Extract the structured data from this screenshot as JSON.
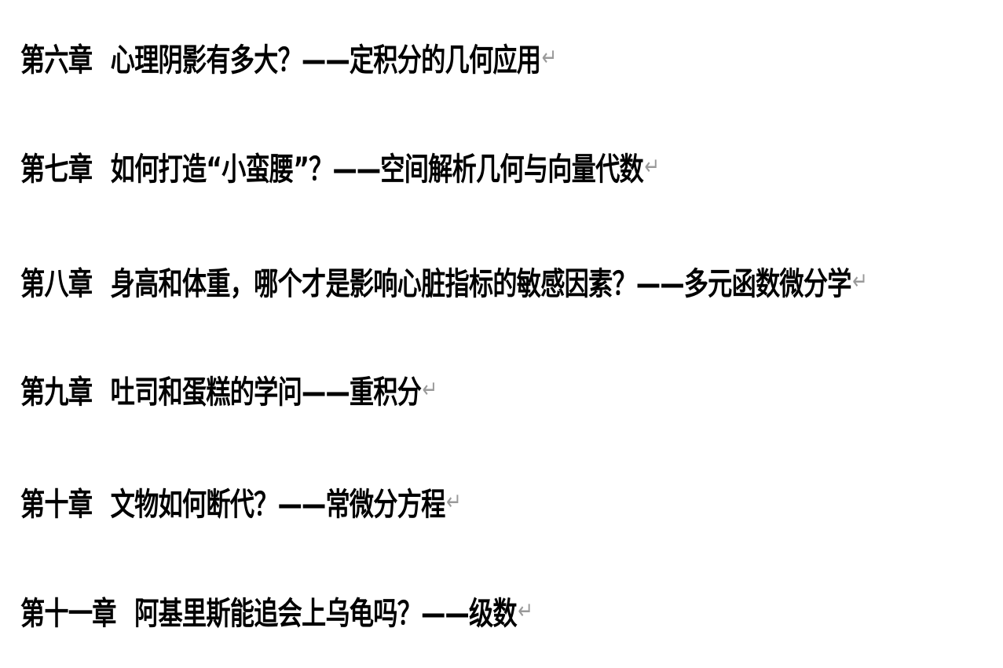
{
  "lines": [
    {
      "chapter": "第六章",
      "title": "心理阴影有多大？——定积分的几何应用"
    },
    {
      "chapter": "第七章",
      "title": "如何打造“小蛮腰”？——空间解析几何与向量代数"
    },
    {
      "chapter": "第八章",
      "title": "身高和体重，哪个才是影响心脏指标的敏感因素？——多元函数微分学"
    },
    {
      "chapter": "第九章",
      "title": "吐司和蛋糕的学问——重积分"
    },
    {
      "chapter": "第十章",
      "title": "文物如何断代？——常微分方程"
    },
    {
      "chapter": "第十一章",
      "title": "阿基里斯能追会上乌龟吗？——级数"
    }
  ],
  "paragraph_mark": "↵"
}
